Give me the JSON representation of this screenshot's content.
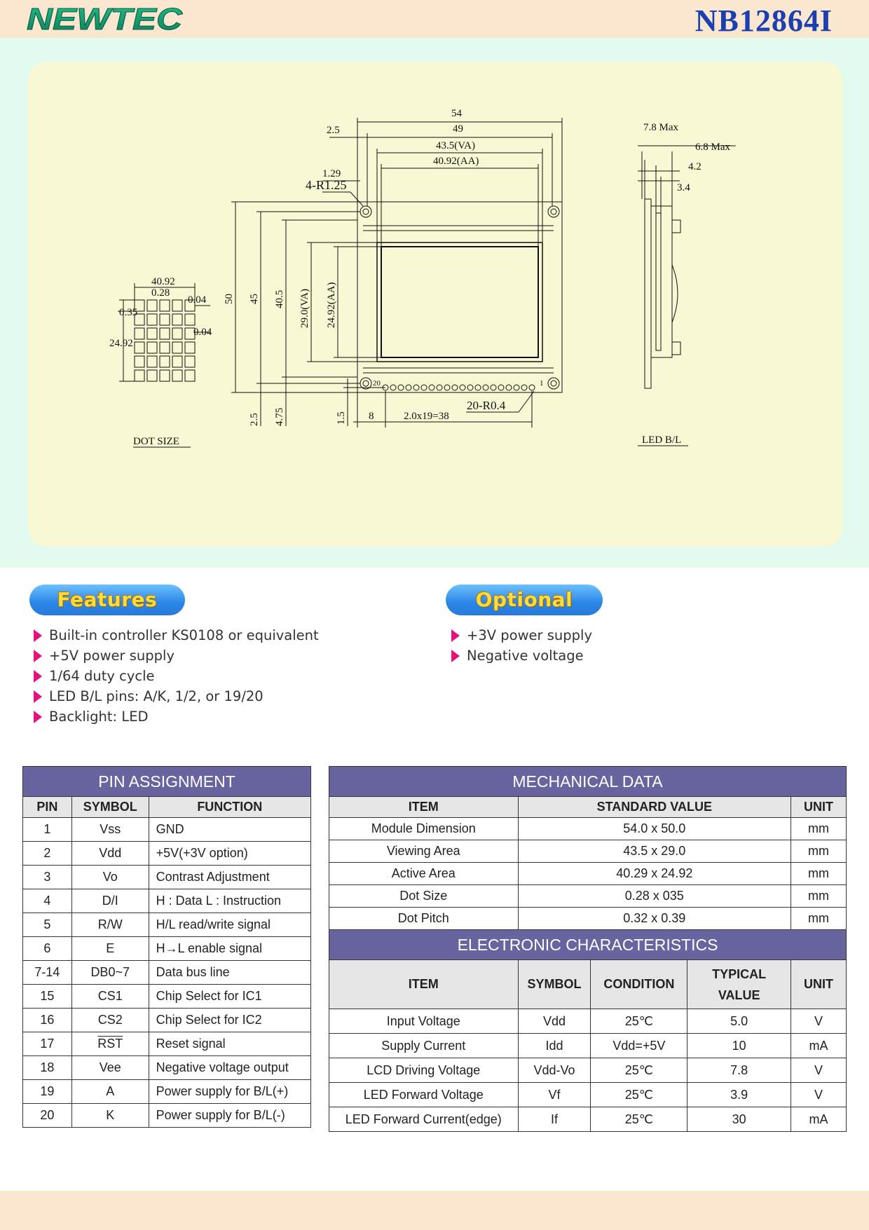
{
  "header": {
    "brand": "NEWTEC",
    "model": "NB12864I"
  },
  "drawing": {
    "labels": {
      "dim_54": "54",
      "dim_49": "49",
      "dim_2_5_top": "2.5",
      "dim_43_5": "43.5(VA)",
      "dim_40_92": "40.92(AA)",
      "dim_1_29": "1.29",
      "dim_4r": "4-R1.25",
      "dim_50": "50",
      "dim_45": "45",
      "dim_40_5": "40.5",
      "dim_29": "29.0(VA)",
      "dim_24_92": "24.92(AA)",
      "dim_2_5_bot": "2.5",
      "dim_4_75": "4.75",
      "dim_1_5": "1.5",
      "dim_8": "8",
      "dim_pitch": "2.0x19=38",
      "dim_20r": "20-R0.4",
      "pin20": "20",
      "pin1": "1",
      "dot_40_92": "40.92",
      "dot_0_28": "0.28",
      "dot_0_04a": "0.04",
      "dot_0_35": "0.35",
      "dot_0_04b": "0.04",
      "dot_24_92": "24.92",
      "dot_size": "DOT SIZE",
      "side_7_8": "7.8 Max",
      "side_6_8": "6.8 Max",
      "side_4_2": "4.2",
      "side_3_4": "3.4",
      "led_bl": "LED B/L"
    }
  },
  "features": {
    "title": "Features",
    "items": [
      "Built-in controller KS0108 or equivalent",
      "+5V power supply",
      "1/64 duty cycle",
      "LED B/L pins: A/K, 1/2, or 19/20",
      "Backlight: LED"
    ]
  },
  "optional": {
    "title": "Optional",
    "items": [
      "+3V power supply",
      "Negative voltage"
    ]
  },
  "pin_table": {
    "title": "PIN ASSIGNMENT",
    "headers": [
      "PIN",
      "SYMBOL",
      "FUNCTION"
    ],
    "rows": [
      [
        "1",
        "Vss",
        "GND"
      ],
      [
        "2",
        "Vdd",
        "+5V(+3V option)"
      ],
      [
        "3",
        "Vo",
        "Contrast Adjustment"
      ],
      [
        "4",
        "D/I",
        "H : Data L : Instruction"
      ],
      [
        "5",
        "R/W",
        "H/L read/write signal"
      ],
      [
        "6",
        "E",
        "H→L enable signal"
      ],
      [
        "7-14",
        "DB0~7",
        "Data bus line"
      ],
      [
        "15",
        "CS1",
        "Chip Select for IC1"
      ],
      [
        "16",
        "CS2",
        "Chip Select for IC2"
      ],
      [
        "17",
        "RST",
        "Reset signal"
      ],
      [
        "18",
        "Vee",
        "Negative voltage output"
      ],
      [
        "19",
        "A",
        "Power supply for B/L(+)"
      ],
      [
        "20",
        "K",
        "Power supply for B/L(-)"
      ]
    ]
  },
  "mech_table": {
    "title": "MECHANICAL DATA",
    "headers": [
      "ITEM",
      "STANDARD VALUE",
      "UNIT"
    ],
    "rows": [
      [
        "Module Dimension",
        "54.0 x 50.0",
        "mm"
      ],
      [
        "Viewing Area",
        "43.5 x 29.0",
        "mm"
      ],
      [
        "Active Area",
        "40.29 x 24.92",
        "mm"
      ],
      [
        "Dot Size",
        "0.28 x 035",
        "mm"
      ],
      [
        "Dot Pitch",
        "0.32 x 0.39",
        "mm"
      ]
    ]
  },
  "elec_table": {
    "title": "ELECTRONIC CHARACTERISTICS",
    "headers": [
      "ITEM",
      "SYMBOL",
      "CONDITION",
      "TYPICAL",
      "VALUE",
      "UNIT"
    ],
    "rows": [
      [
        "Input Voltage",
        "Vdd",
        "25℃",
        "5.0",
        "V"
      ],
      [
        "Supply Current",
        "Idd",
        "Vdd=+5V",
        "10",
        "mA"
      ],
      [
        "LCD Driving Voltage",
        "Vdd-Vo",
        "25℃",
        "7.8",
        "V"
      ],
      [
        "LED Forward Voltage",
        "Vf",
        "25℃",
        "3.9",
        "V"
      ],
      [
        "LED Forward Current(edge)",
        "If",
        "25℃",
        "30",
        "mA"
      ]
    ]
  },
  "colors": {
    "header_bg": "#fbe6cf",
    "model_text": "#1a3fb0",
    "table_band": "#6864a0",
    "bullet": "#e4127a",
    "pill": "#2a86e6",
    "pill_text": "#ffde3a"
  }
}
